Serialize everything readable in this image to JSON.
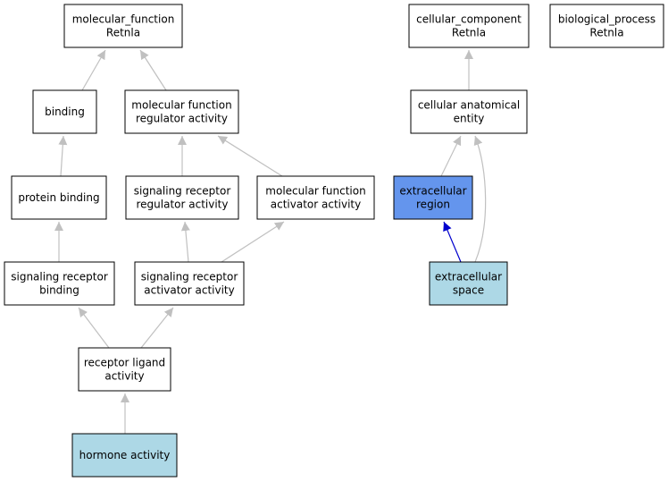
{
  "colors": {
    "default_fill": "#ffffff",
    "annotated_fill": "#add8e6",
    "highlight_fill": "#6495ed",
    "edge_gray": "#c0c0c0",
    "edge_blue": "#0000cd"
  },
  "nodes": [
    {
      "id": "mf_root",
      "lines": [
        "molecular_function",
        "Retnla"
      ],
      "fill": "default"
    },
    {
      "id": "binding",
      "lines": [
        "binding"
      ],
      "fill": "default"
    },
    {
      "id": "mf_regulator",
      "lines": [
        "molecular function",
        "regulator activity"
      ],
      "fill": "default"
    },
    {
      "id": "protein_binding",
      "lines": [
        "protein binding"
      ],
      "fill": "default"
    },
    {
      "id": "sr_regulator",
      "lines": [
        "signaling receptor",
        "regulator activity"
      ],
      "fill": "default"
    },
    {
      "id": "mf_activator",
      "lines": [
        "molecular function",
        "activator activity"
      ],
      "fill": "default"
    },
    {
      "id": "sr_binding",
      "lines": [
        "signaling receptor",
        "binding"
      ],
      "fill": "default"
    },
    {
      "id": "sr_activator",
      "lines": [
        "signaling receptor",
        "activator activity"
      ],
      "fill": "default"
    },
    {
      "id": "receptor_ligand",
      "lines": [
        "receptor ligand",
        "activity"
      ],
      "fill": "default"
    },
    {
      "id": "hormone",
      "lines": [
        "hormone activity"
      ],
      "fill": "annotated"
    },
    {
      "id": "cc_root",
      "lines": [
        "cellular_component",
        "Retnla"
      ],
      "fill": "default"
    },
    {
      "id": "bp_root",
      "lines": [
        "biological_process",
        "Retnla"
      ],
      "fill": "default"
    },
    {
      "id": "cae",
      "lines": [
        "cellular anatomical",
        "entity"
      ],
      "fill": "default"
    },
    {
      "id": "ec_region",
      "lines": [
        "extracellular",
        "region"
      ],
      "fill": "highlight"
    },
    {
      "id": "ec_space",
      "lines": [
        "extracellular",
        "space"
      ],
      "fill": "annotated"
    }
  ],
  "edges": [
    {
      "from": "binding",
      "to": "mf_root",
      "color": "gray"
    },
    {
      "from": "mf_regulator",
      "to": "mf_root",
      "color": "gray"
    },
    {
      "from": "protein_binding",
      "to": "binding",
      "color": "gray"
    },
    {
      "from": "sr_regulator",
      "to": "mf_regulator",
      "color": "gray"
    },
    {
      "from": "mf_activator",
      "to": "mf_regulator",
      "color": "gray"
    },
    {
      "from": "sr_binding",
      "to": "protein_binding",
      "color": "gray"
    },
    {
      "from": "sr_activator",
      "to": "sr_regulator",
      "color": "gray"
    },
    {
      "from": "sr_activator",
      "to": "mf_activator",
      "color": "gray"
    },
    {
      "from": "receptor_ligand",
      "to": "sr_binding",
      "color": "gray"
    },
    {
      "from": "receptor_ligand",
      "to": "sr_activator",
      "color": "gray"
    },
    {
      "from": "hormone",
      "to": "receptor_ligand",
      "color": "gray"
    },
    {
      "from": "cae",
      "to": "cc_root",
      "color": "gray"
    },
    {
      "from": "ec_region",
      "to": "cae",
      "color": "gray"
    },
    {
      "from": "ec_space",
      "to": "cae",
      "color": "gray"
    },
    {
      "from": "ec_space",
      "to": "ec_region",
      "color": "blue"
    }
  ]
}
